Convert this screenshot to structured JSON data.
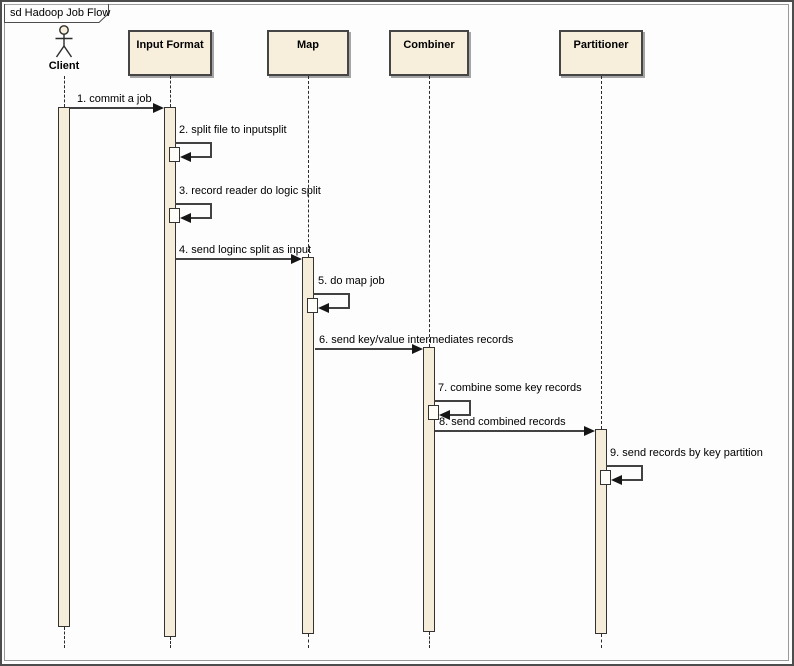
{
  "frame": {
    "title": "sd Hadoop Job Flow"
  },
  "lifelines": [
    {
      "name": "Client",
      "type": "actor"
    },
    {
      "name": "Input Format",
      "type": "object"
    },
    {
      "name": "Map",
      "type": "object"
    },
    {
      "name": "Combiner",
      "type": "object"
    },
    {
      "name": "Partitioner",
      "type": "object"
    }
  ],
  "messages": [
    {
      "label": "1. commit a job",
      "from": "Client",
      "to": "Input Format",
      "kind": "sync"
    },
    {
      "label": "2. split file to inputsplit",
      "from": "Input Format",
      "to": "Input Format",
      "kind": "self"
    },
    {
      "label": "3. record reader do logic split",
      "from": "Input Format",
      "to": "Input Format",
      "kind": "self"
    },
    {
      "label": "4. send loginc split as input",
      "from": "Input Format",
      "to": "Map",
      "kind": "sync"
    },
    {
      "label": "5. do map job",
      "from": "Map",
      "to": "Map",
      "kind": "self"
    },
    {
      "label": "6. send key/value intermediates records",
      "from": "Map",
      "to": "Combiner",
      "kind": "sync"
    },
    {
      "label": "7. combine some key records",
      "from": "Combiner",
      "to": "Combiner",
      "kind": "self"
    },
    {
      "label": "8. send combined records",
      "from": "Combiner",
      "to": "Partitioner",
      "kind": "sync"
    },
    {
      "label": "9. send records by key partition",
      "from": "Partitioner",
      "to": "Partitioner",
      "kind": "self"
    }
  ],
  "colors": {
    "lifeline_fill": "#f7efdc",
    "activation_fill": "#f5ecda",
    "border": "#454545",
    "shadow": "#a5a5a5",
    "line": "#424242"
  }
}
